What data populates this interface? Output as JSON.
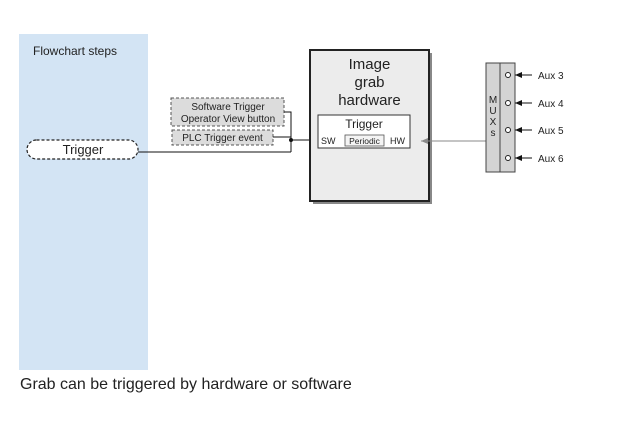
{
  "panel": {
    "title": "Flowchart steps",
    "color": "#d3e4f4"
  },
  "trigger_step": {
    "label": "Trigger"
  },
  "software_sources": {
    "software_trigger": "Software Trigger",
    "operator_view_button": "Operator View button",
    "plc_trigger_event": "PLC Trigger event"
  },
  "hardware_box": {
    "title_lines": [
      "Image",
      "grab",
      "hardware"
    ],
    "trigger_label": "Trigger",
    "sw_label": "SW",
    "periodic_label": "Periodic",
    "hw_label": "HW"
  },
  "mux": {
    "letters": [
      "M",
      "U",
      "X",
      "s"
    ],
    "inputs": [
      "Aux 3",
      "Aux 4",
      "Aux 5",
      "Aux 6"
    ]
  },
  "caption": "Grab can be triggered by hardware or software"
}
